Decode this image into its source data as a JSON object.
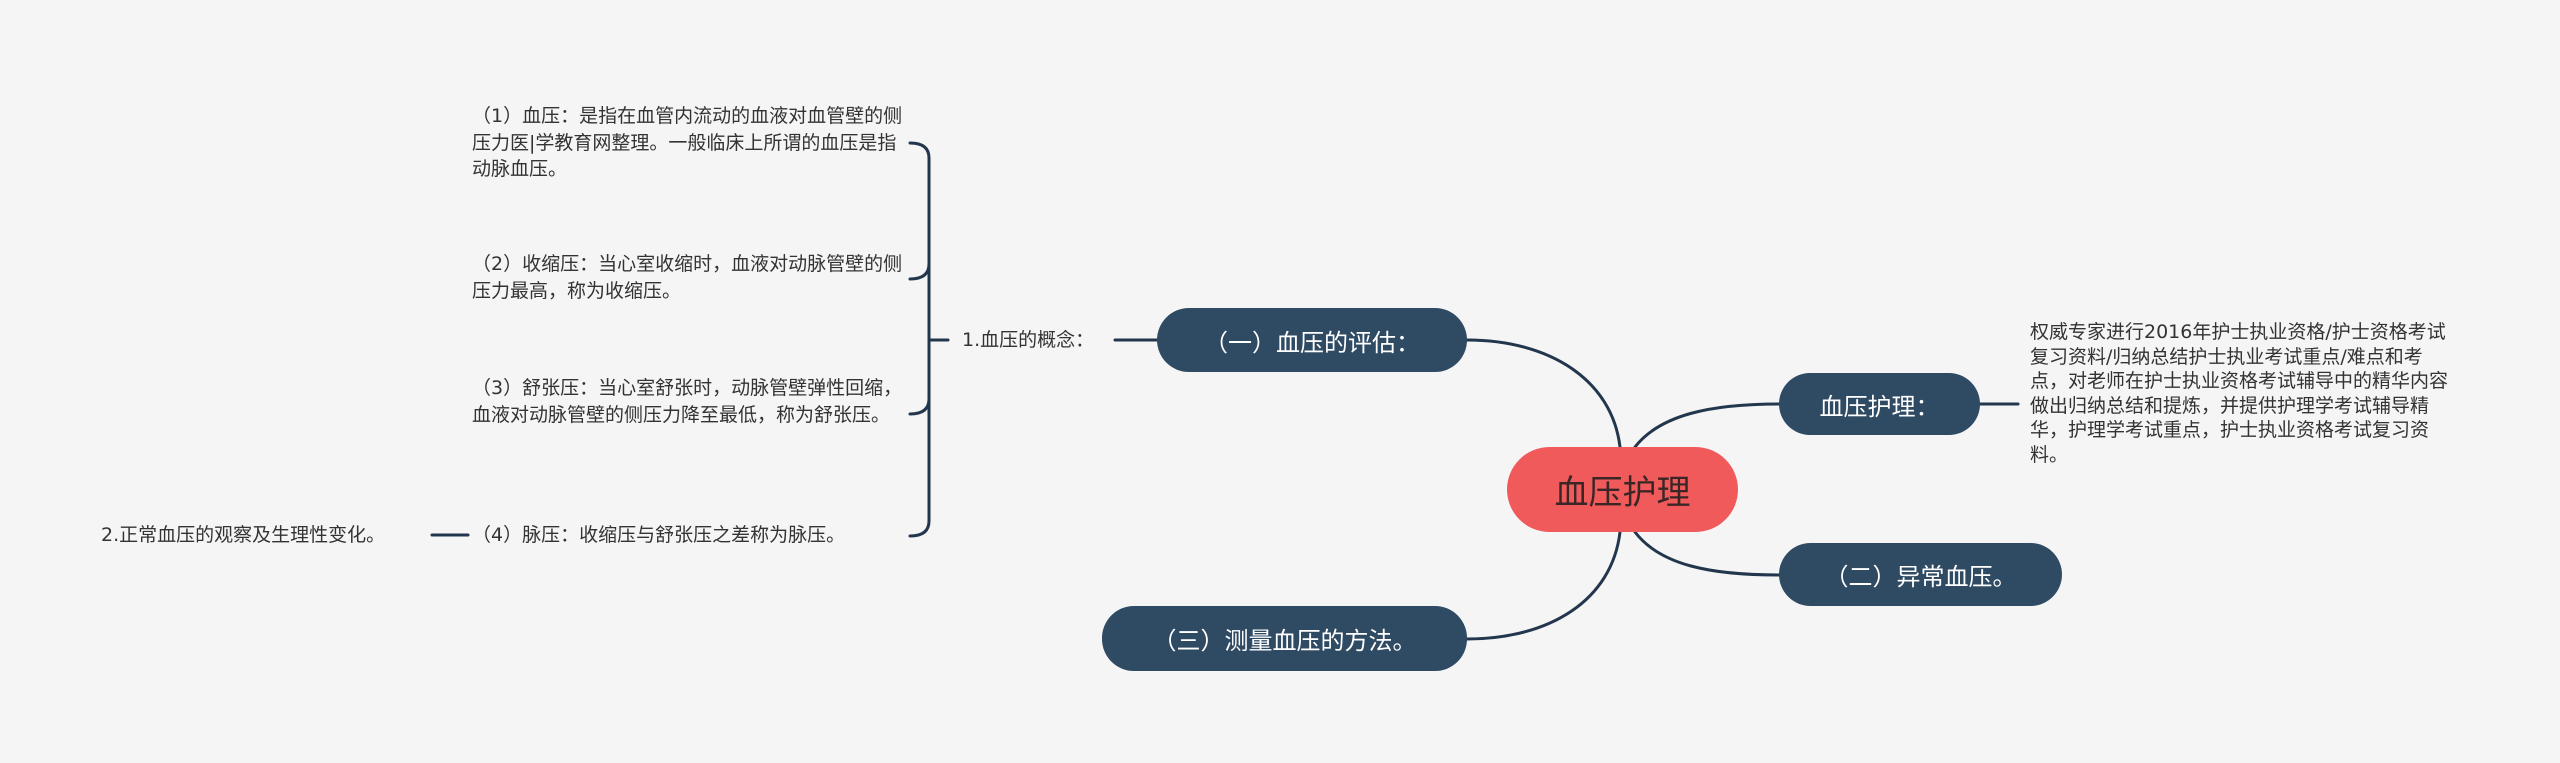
{
  "colors": {
    "background": "#f5f5f5",
    "root_fill": "#f05a5b",
    "topic_fill": "#2f4a63",
    "line": "#22374d"
  },
  "root": {
    "label": "血压护理"
  },
  "topics": {
    "assessment": {
      "label": "（一）血压的评估："
    },
    "nursing": {
      "label": "血压护理："
    },
    "abnormal": {
      "label": "（二）异常血压。"
    },
    "measurement": {
      "label": "（三）测量血压的方法。"
    }
  },
  "assessment_children": {
    "concept": {
      "label": "1.血压的概念："
    },
    "normal": {
      "label": "2.正常血压的观察及生理性变化。"
    }
  },
  "concept_items": [
    {
      "label": "（1）血压：是指在血管内流动的血液对血管壁的侧压力医|学教育网整理。一般临床上所谓的血压是指动脉血压。"
    },
    {
      "label": "（2）收缩压：当心室收缩时，血液对动脉管壁的侧压力最高，称为收缩压。"
    },
    {
      "label": "（3）舒张压：当心室舒张时，动脉管壁弹性回缩，血液对动脉管壁的侧压力降至最低，称为舒张压。"
    },
    {
      "label": "（4）脉压：收缩压与舒张压之差称为脉压。"
    }
  ],
  "nursing_description": {
    "label": "权威专家进行2016年护士执业资格/护士资格考试复习资料/归纳总结护士执业考试重点/难点和考点，对老师在护士执业资格考试辅导中的精华内容做出归纳总结和提炼，并提供护理学考试辅导精华，护理学考试重点，护士执业资格考试复习资料。"
  }
}
